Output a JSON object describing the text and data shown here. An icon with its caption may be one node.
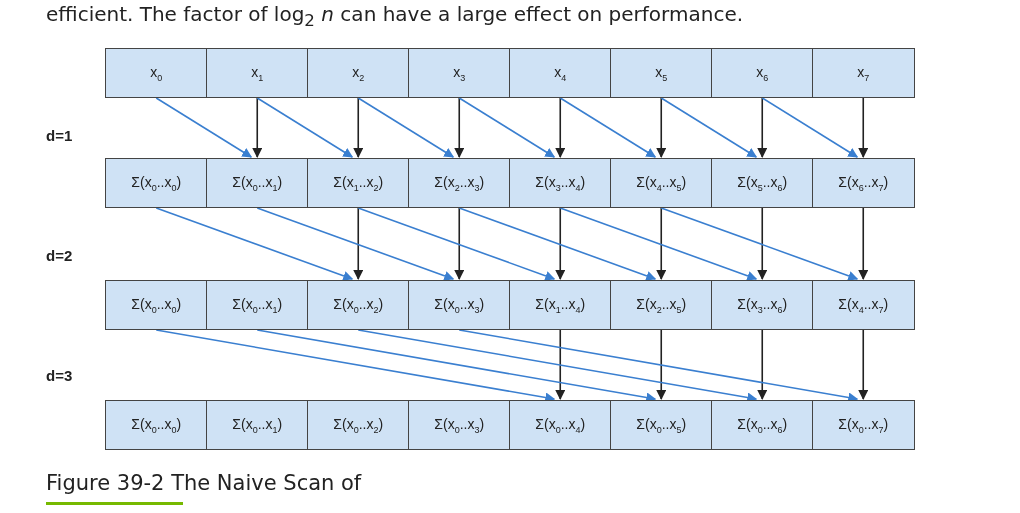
{
  "diagram": {
    "caption": "Figure 39-2 The Naive Scan of",
    "nodes": [
      {
        "text": [
          "x$_{0}$"
        ]
      },
      {
        "text": [
          "x$_{1}$"
        ]
      },
      {
        "text": [
          "x$_{2}$"
        ]
      },
      {
        "text": [
          "x$_{3}$"
        ]
      },
      {
        "text": [
          "x$_{4}$"
        ]
      },
      {
        "text": [
          "x$_{5}$"
        ]
      },
      {
        "text": [
          "x$_{6}$"
        ]
      },
      {
        "text": [
          "x$_{7}$"
        ]
      },
      {
        "text": [
          "Σ(x$_{0}$..x$_{0}$)"
        ]
      },
      {
        "text": [
          "Σ(x$_{0}$..x$_{1}$)"
        ]
      },
      {
        "text": [
          "Σ(x$_{1}$..x$_{2}$)"
        ]
      },
      {
        "text": [
          "Σ(x$_{2}$..x$_{3}$)"
        ]
      },
      {
        "text": [
          "Σ(x$_{3}$..x$_{4}$)"
        ]
      },
      {
        "text": [
          "Σ(x$_{4}$..x$_{5}$)"
        ]
      },
      {
        "text": [
          "Σ(x$_{5}$..x$_{6}$)"
        ]
      },
      {
        "text": [
          "Σ(x$_{6}$..x$_{7}$)"
        ]
      },
      {
        "text": [
          "Σ(x$_{0}$..x$_{0}$)"
        ]
      },
      {
        "text": [
          "Σ(x$_{0}$..x$_{1}$)"
        ]
      },
      {
        "text": [
          "Σ(x$_{0}$..x$_{2}$)"
        ]
      },
      {
        "text": [
          "Σ(x$_{0}$..x$_{3}$)"
        ]
      },
      {
        "text": [
          "Σ(x$_{1}$..x$_{4}$)"
        ]
      },
      {
        "text": [
          "Σ(x$_{2}$..x$_{5}$)"
        ]
      },
      {
        "text": [
          "Σ(x$_{3}$..x$_{6}$)"
        ]
      },
      {
        "text": [
          "Σ(x$_{4}$..x$_{7}$)"
        ]
      },
      {
        "text": [
          "Σ(x$_{0}$..x$_{0}$)"
        ]
      },
      {
        "text": [
          "Σ(x$_{0}$..x$_{1}$)"
        ]
      },
      {
        "text": [
          "Σ(x$_{0}$..x$_{2}$)"
        ]
      },
      {
        "text": [
          "Σ(x$_{0}$..x$_{3}$)"
        ]
      },
      {
        "text": [
          "Σ(x$_{0}$..x$_{4}$)"
        ]
      },
      {
        "text": [
          "Σ(x$_{0}$..x$_{5}$)"
        ]
      },
      {
        "text": [
          "Σ(x$_{0}$..x$_{6}$)"
        ]
      },
      {
        "text": [
          "Σ(x$_{0}$..x$_{7}$)"
        ]
      }
    ],
    "edges": [
      {
        "from": 0,
        "to": 9,
        "arrow": "to",
        "color": "#3a7fd0"
      },
      {
        "from": 1,
        "to": 9,
        "arrow": "to",
        "color": "#222222"
      },
      {
        "from": 1,
        "to": 10,
        "arrow": "to",
        "color": "#3a7fd0"
      },
      {
        "from": 2,
        "to": 10,
        "arrow": "to",
        "color": "#222222"
      },
      {
        "from": 2,
        "to": 11,
        "arrow": "to",
        "color": "#3a7fd0"
      },
      {
        "from": 3,
        "to": 11,
        "arrow": "to",
        "color": "#222222"
      },
      {
        "from": 3,
        "to": 12,
        "arrow": "to",
        "color": "#3a7fd0"
      },
      {
        "from": 4,
        "to": 12,
        "arrow": "to",
        "color": "#222222"
      },
      {
        "from": 4,
        "to": 13,
        "arrow": "to",
        "color": "#3a7fd0"
      },
      {
        "from": 5,
        "to": 13,
        "arrow": "to",
        "color": "#222222"
      },
      {
        "from": 5,
        "to": 14,
        "arrow": "to",
        "color": "#3a7fd0"
      },
      {
        "from": 6,
        "to": 14,
        "arrow": "to",
        "color": "#222222"
      },
      {
        "from": 6,
        "to": 15,
        "arrow": "to",
        "color": "#3a7fd0"
      },
      {
        "from": 7,
        "to": 15,
        "arrow": "to",
        "color": "#222222"
      },
      {
        "from": 8,
        "to": 18,
        "arrow": "to",
        "color": "#3a7fd0"
      },
      {
        "from": 10,
        "to": 18,
        "arrow": "to",
        "color": "#222222"
      },
      {
        "from": 9,
        "to": 19,
        "arrow": "to",
        "color": "#3a7fd0"
      },
      {
        "from": 11,
        "to": 19,
        "arrow": "to",
        "color": "#222222"
      },
      {
        "from": 10,
        "to": 20,
        "arrow": "to",
        "color": "#3a7fd0"
      },
      {
        "from": 12,
        "to": 20,
        "arrow": "to",
        "color": "#222222"
      },
      {
        "from": 11,
        "to": 21,
        "arrow": "to",
        "color": "#3a7fd0"
      },
      {
        "from": 13,
        "to": 21,
        "arrow": "to",
        "color": "#222222"
      },
      {
        "from": 12,
        "to": 22,
        "arrow": "to",
        "color": "#3a7fd0"
      },
      {
        "from": 14,
        "to": 22,
        "arrow": "to",
        "color": "#222222"
      },
      {
        "from": 13,
        "to": 23,
        "arrow": "to",
        "color": "#3a7fd0"
      },
      {
        "from": 15,
        "to": 23,
        "arrow": "to",
        "color": "#222222"
      },
      {
        "from": 16,
        "to": 28,
        "arrow": "to",
        "color": "#3a7fd0"
      },
      {
        "from": 20,
        "to": 28,
        "arrow": "to",
        "color": "#222222"
      },
      {
        "from": 17,
        "to": 29,
        "arrow": "to",
        "color": "#3a7fd0"
      },
      {
        "from": 21,
        "to": 29,
        "arrow": "to",
        "color": "#222222"
      },
      {
        "from": 18,
        "to": 30,
        "arrow": "to",
        "color": "#3a7fd0"
      },
      {
        "from": 22,
        "to": 30,
        "arrow": "to",
        "color": "#222222"
      },
      {
        "from": 19,
        "to": 31,
        "arrow": "to",
        "color": "#3a7fd0"
      },
      {
        "from": 23,
        "to": 31,
        "arrow": "to",
        "color": "#222222"
      }
    ],
    "labels": [
      "efficient. The factor of log$_{2}$ *n* can have a large effect on performance.",
      "d=1",
      "d=2",
      "d=3"
    ]
  }
}
